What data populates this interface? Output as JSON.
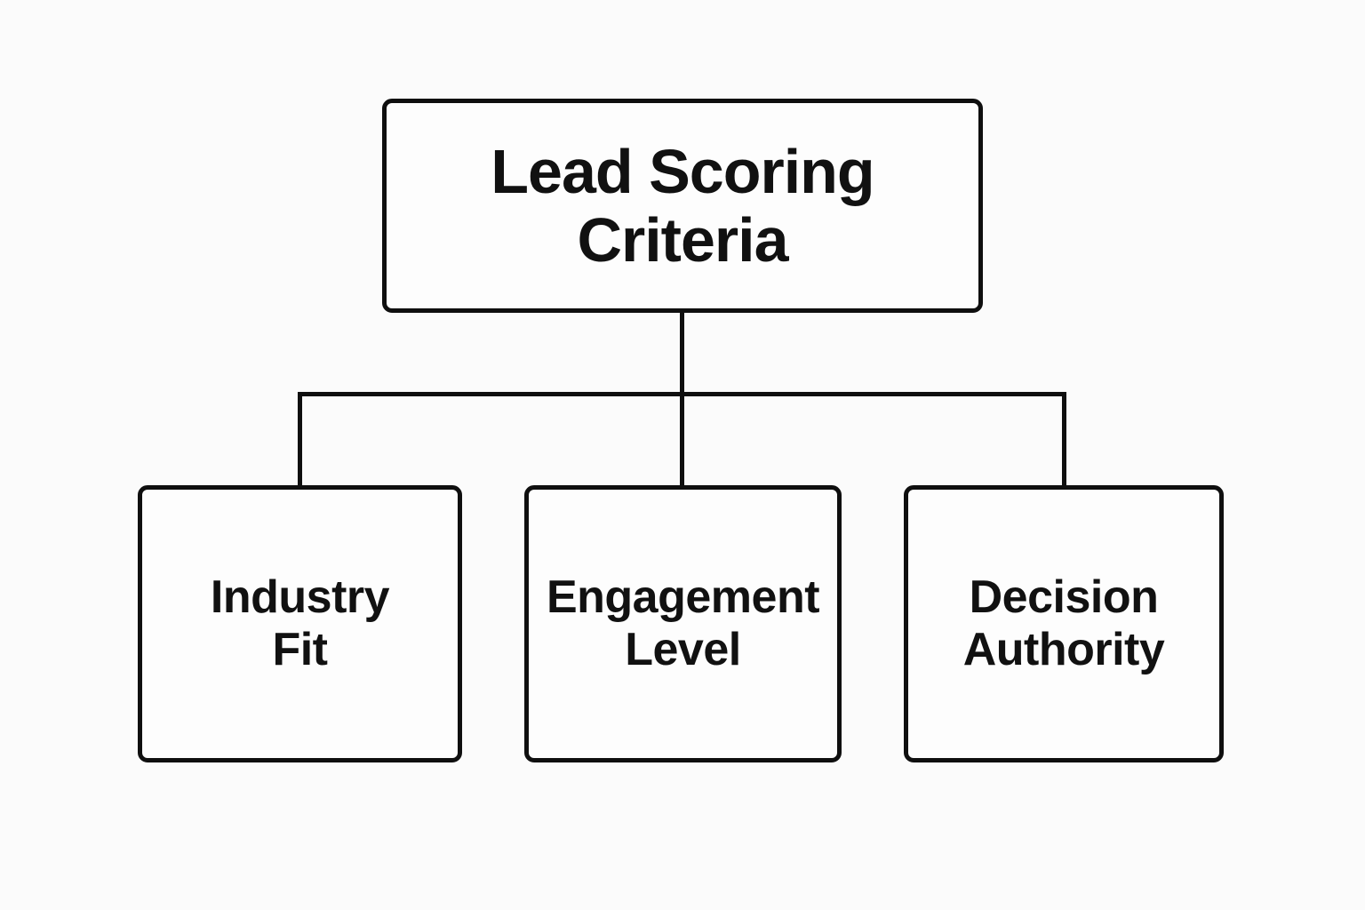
{
  "diagram": {
    "type": "hierarchy-flowchart",
    "colors": {
      "background": "#fbfbfb",
      "node_fill": "#fdfdfd",
      "line": "#0f0f0f",
      "text": "#111111"
    },
    "root": {
      "label": "Lead Scoring\nCriteria"
    },
    "children": [
      {
        "label": "Industry\nFit"
      },
      {
        "label": "Engagement\nLevel"
      },
      {
        "label": "Decision\nAuthority"
      }
    ]
  }
}
